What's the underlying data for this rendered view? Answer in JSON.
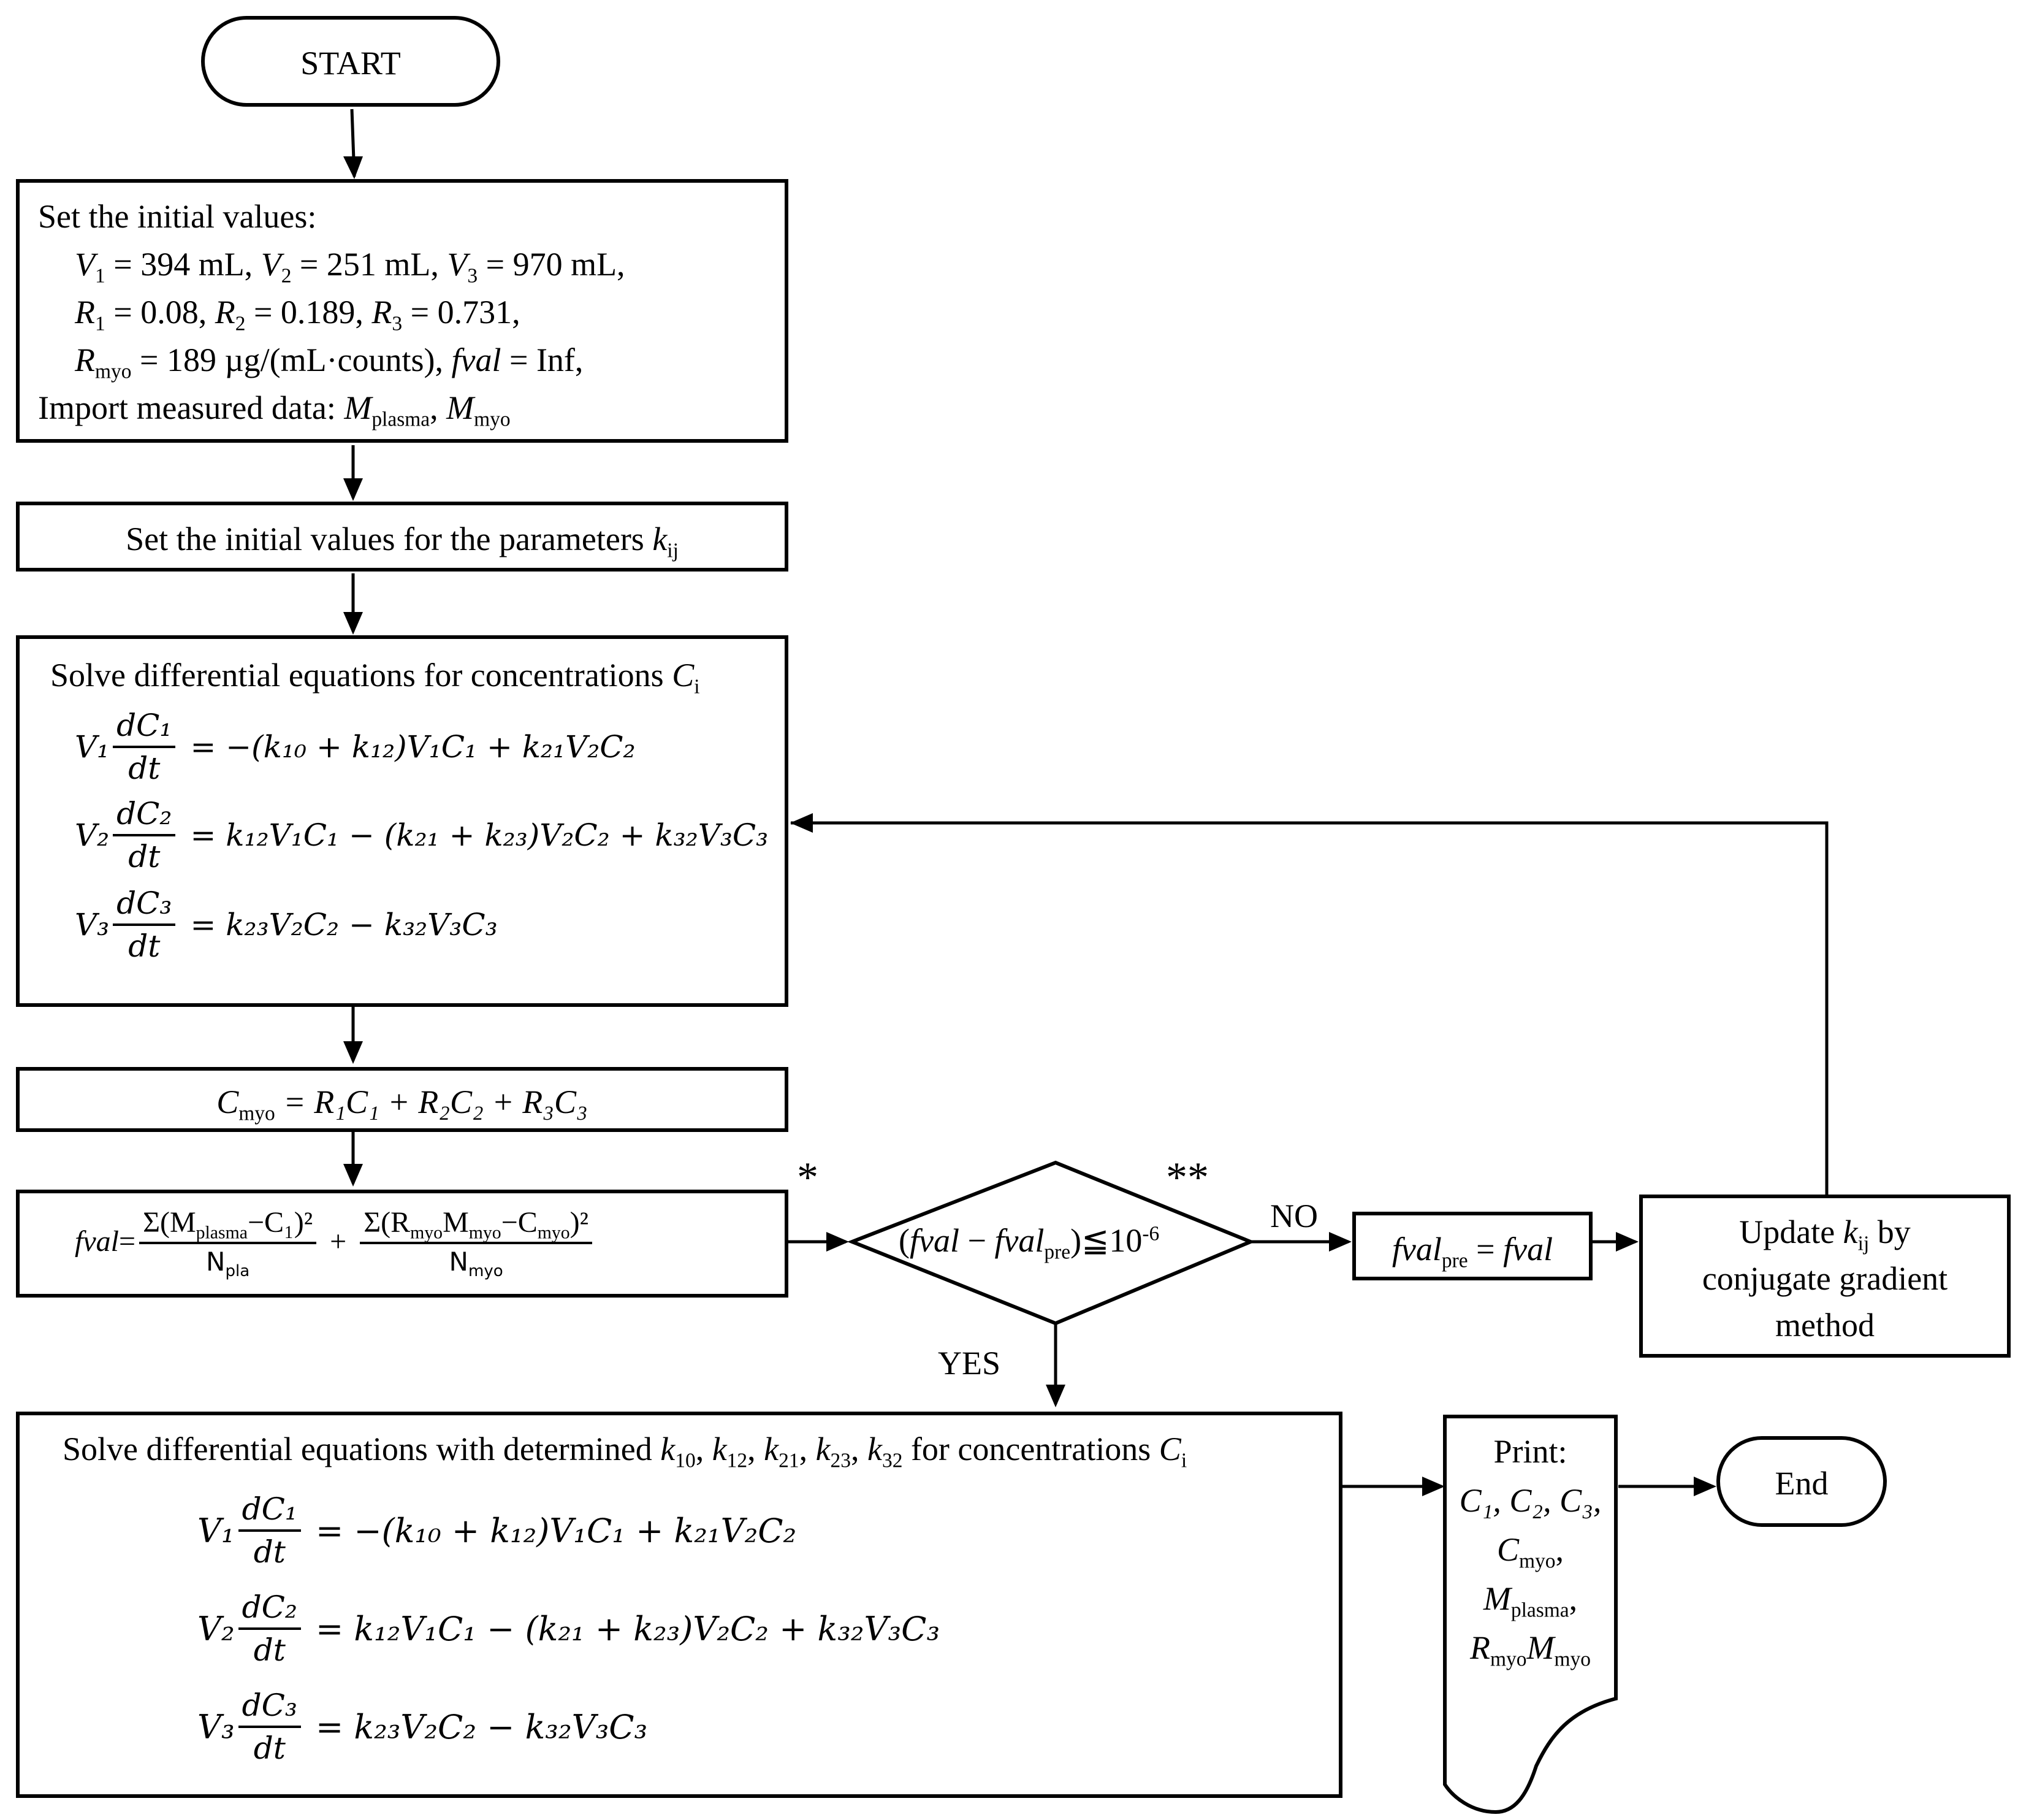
{
  "start": {
    "label": "START"
  },
  "init": {
    "line1": "Set the initial values:",
    "V1": "V",
    "V1_sub": "1",
    "V1_val": " = 394 mL, ",
    "V2": "V",
    "V2_sub": "2",
    "V2_val": " = 251 mL, ",
    "V3": "V",
    "V3_sub": "3",
    "V3_val": " = 970 mL,",
    "R1": "R",
    "R1_sub": "1",
    "R1_val": " = 0.08, ",
    "R2": "R",
    "R2_sub": "2",
    "R2_val": " = 0.189, ",
    "R3": "R",
    "R3_sub": "3",
    "R3_val": " = 0.731,",
    "Rmyo": "R",
    "Rmyo_sub": "myo",
    "Rmyo_val": " = 189 µg/(mL·counts), ",
    "fval": "fval",
    "fval_val": "  = Inf,",
    "import": "Import measured data: ",
    "Mp": "M",
    "Mp_sub": "plasma",
    "sep": ", ",
    "Mm": "M",
    "Mm_sub": "myo"
  },
  "params": {
    "text": "Set the initial values  for the parameters ",
    "k": "k",
    "k_sub": "ij"
  },
  "solve1": {
    "title": "Solve differential equations for concentrations ",
    "C": "C",
    "C_sub": "i",
    "eq1_rhs": "= −(k₁₀ + k₁₂)V₁C₁  + k₂₁V₂C₂",
    "eq2_rhs": "= k₁₂V₁C₁ − (k₂₁ + k₂₃)V₂C₂  + k₃₂V₃C₃",
    "eq3_rhs": "= k₂₃V₂C₂ − k₃₂V₃C₃",
    "V1": "V₁",
    "V2": "V₂",
    "V3": "V₃",
    "dC1": "dC₁",
    "dC2": "dC₂",
    "dC3": "dC₃",
    "dt": "dt"
  },
  "cmyo": {
    "C": "C",
    "C_sub": "myo",
    "rest": " = R₁C₁ + R₂C₂ + R₃C₃"
  },
  "fval_box": {
    "lhs": "fval",
    "eq": " = ",
    "num1": "Σ(M",
    "num1_sub": "plasma",
    "num1_rest": "−C₁)²",
    "den1": "N",
    "den1_sub": "pla",
    "plus": "+",
    "num2": "Σ(R",
    "num2_sub1": "myo",
    "num2_mid": "M",
    "num2_sub2": "myo",
    "num2_mid2": "−C",
    "num2_sub3": "myo",
    "num2_rest": ")²",
    "den2": "N",
    "den2_sub": "myo"
  },
  "decision": {
    "open": "(",
    "fval": "fval",
    "minus": " − ",
    "fvalpre": "fval",
    "pre_sub": "pre",
    "close": ")≦10",
    "exp": "-6"
  },
  "marks": {
    "star1": "*",
    "star2": "**"
  },
  "branch": {
    "no": "NO",
    "yes": "YES"
  },
  "fvalpre_box": {
    "a": "fval",
    "a_sub": "pre",
    "b": " = ",
    "c": "fval"
  },
  "update": {
    "line1a": "Update ",
    "k": "k",
    "k_sub": "ij",
    "line1b": " by",
    "line2": "conjugate gradient",
    "line3": "method"
  },
  "solve2": {
    "title_a": "Solve differential equations with determined ",
    "k10": "k",
    "k10_sub": "10",
    "s1": ", ",
    "k12": "k",
    "k12_sub": "12",
    "s2": ", ",
    "k21": "k",
    "k21_sub": "21",
    "s3": ", ",
    "k23": "k",
    "k23_sub": "23",
    "s4": ", ",
    "k32": "k",
    "k32_sub": "32",
    "title_b": " for concentrations ",
    "C": "C",
    "C_sub": "i"
  },
  "print": {
    "title": "Print:",
    "l1": "C₁, C₂, C₃,",
    "l2a": "C",
    "l2_sub": "myo",
    "l2b": ",",
    "l3a": "M",
    "l3_sub": "plasma",
    "l3b": ",",
    "l4a": "R",
    "l4_sub1": "myo",
    "l4b": "M",
    "l4_sub2": "myo"
  },
  "end": {
    "label": "End"
  }
}
